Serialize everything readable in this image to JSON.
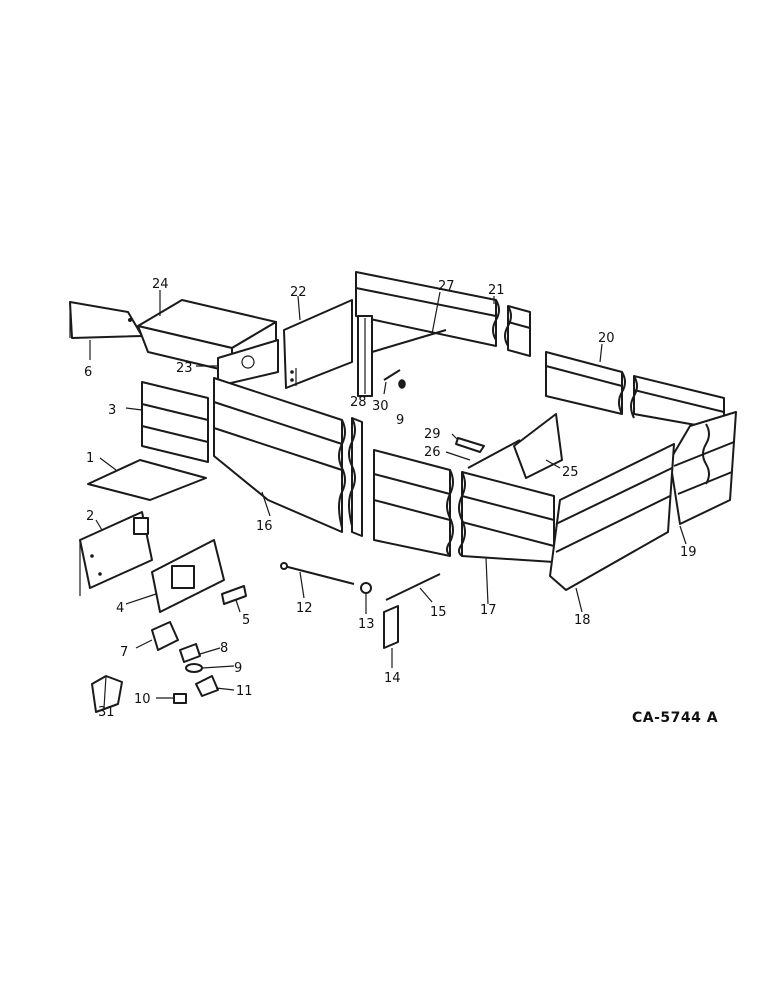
{
  "drawing": {
    "reference_code": "CA-5744 A",
    "callouts": [
      "1",
      "2",
      "3",
      "4",
      "5",
      "6",
      "7",
      "8",
      "9",
      "9",
      "10",
      "11",
      "12",
      "13",
      "14",
      "15",
      "16",
      "17",
      "18",
      "19",
      "20",
      "21",
      "22",
      "23",
      "24",
      "25",
      "26",
      "27",
      "28",
      "29",
      "30",
      "31"
    ]
  }
}
